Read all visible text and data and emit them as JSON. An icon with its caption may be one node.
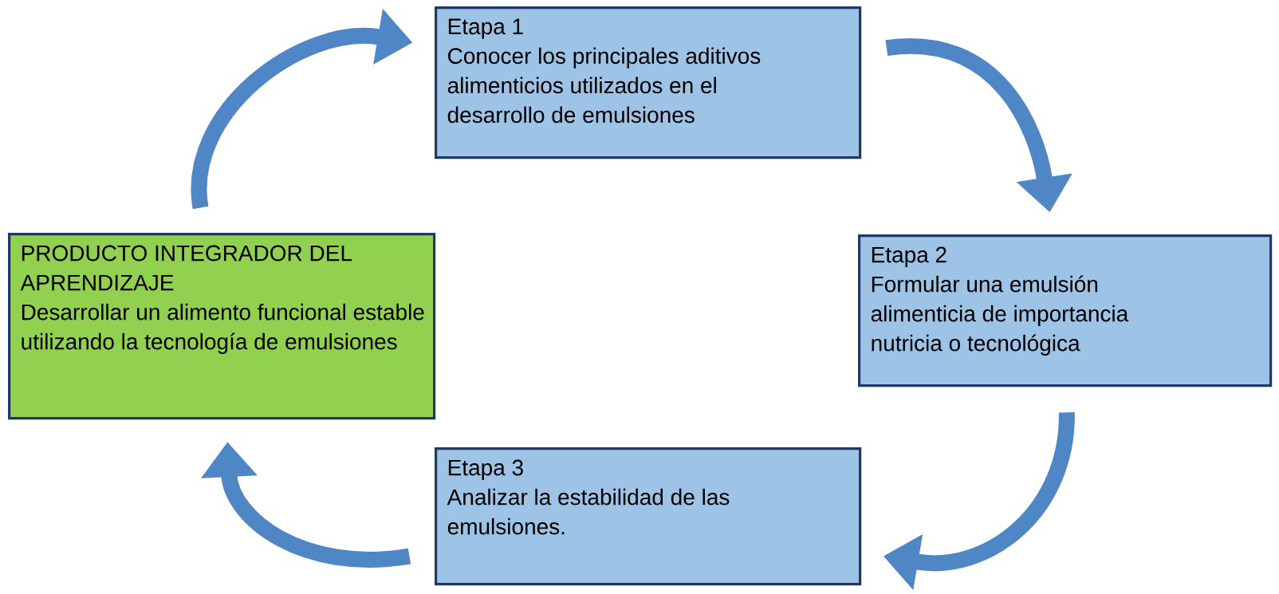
{
  "diagram": {
    "nodes": [
      {
        "text": [
          "Etapa 1",
          "Conocer los principales aditivos alimenticios utilizados en el desarrollo de emulsiones"
        ]
      },
      {
        "text": [
          "Etapa 2",
          "Formular una emulsión alimenticia de importancia nutricia o tecnológica"
        ]
      },
      {
        "text": [
          "Etapa 3",
          "Analizar la estabilidad de las emulsiones."
        ]
      },
      {
        "text": [
          "PRODUCTO INTEGRADOR DEL APRENDIZAJE",
          "Desarrollar un alimento funcional estable utilizando la tecnología de emulsiones"
        ]
      }
    ],
    "edges": [
      {
        "from": 0,
        "to": 1,
        "arrow": "to"
      },
      {
        "from": 1,
        "to": 2,
        "arrow": "to"
      },
      {
        "from": 2,
        "to": 3,
        "arrow": "to"
      },
      {
        "from": 3,
        "to": 0,
        "arrow": "to"
      }
    ]
  }
}
